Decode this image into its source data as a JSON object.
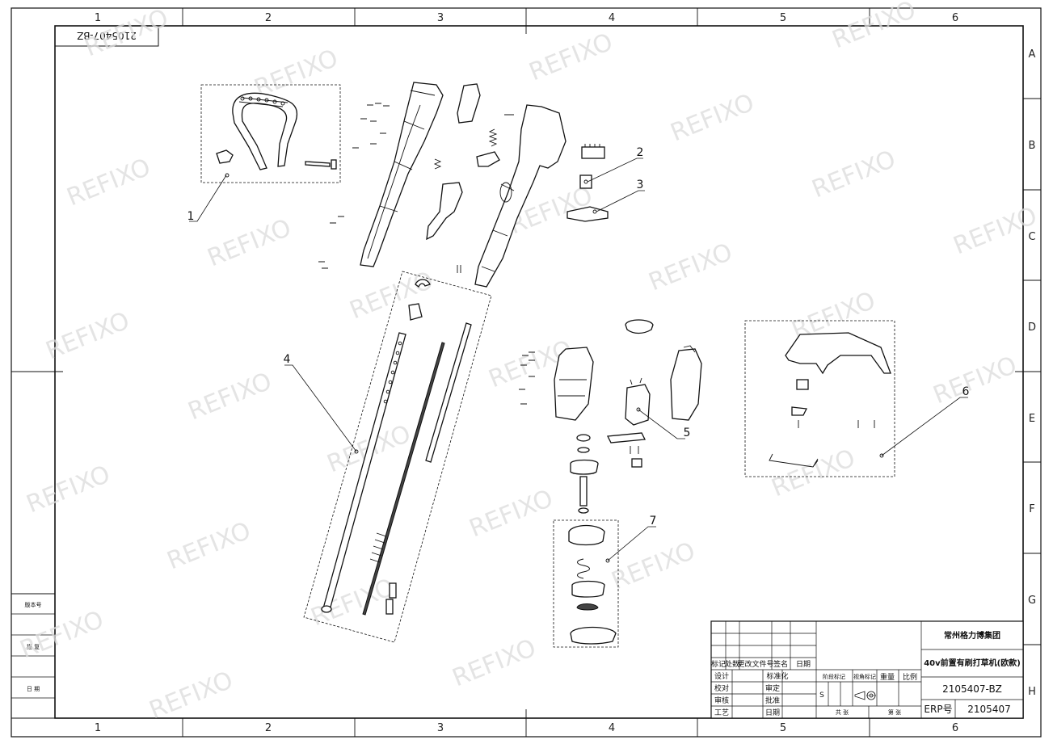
{
  "drawing": {
    "zones_columns": [
      "1",
      "2",
      "3",
      "4",
      "5",
      "6"
    ],
    "zones_rows": [
      "A",
      "B",
      "C",
      "D",
      "E",
      "F",
      "G",
      "H"
    ],
    "corner_code": "2105407-BZ",
    "watermark": "REFIXO"
  },
  "callouts": [
    {
      "num": "1"
    },
    {
      "num": "2"
    },
    {
      "num": "3"
    },
    {
      "num": "4"
    },
    {
      "num": "5"
    },
    {
      "num": "6"
    },
    {
      "num": "7"
    }
  ],
  "side_panel": {
    "version_label": "版本号",
    "copy_label": "描 复",
    "date_label": "日 期"
  },
  "title_block": {
    "company": "常州格力博集团",
    "product": "40v前置有刷打草机(欧款)",
    "drawing_no": "2105407-BZ",
    "erp_label": "ERP号",
    "erp_no": "2105407",
    "headers": [
      "标记",
      "处数",
      "更改文件号",
      "签名",
      "日期"
    ],
    "roles_left": [
      "设计",
      "校对",
      "审核",
      "工艺"
    ],
    "roles_right": [
      "标准化",
      "审定",
      "批准",
      "日期"
    ],
    "stage_label": "阶段标记",
    "view_label": "视角标记",
    "weight_label": "重量",
    "scale_label": "比例",
    "stage_value": "S",
    "total_label": "共 张",
    "sheet_label": "第 张"
  }
}
